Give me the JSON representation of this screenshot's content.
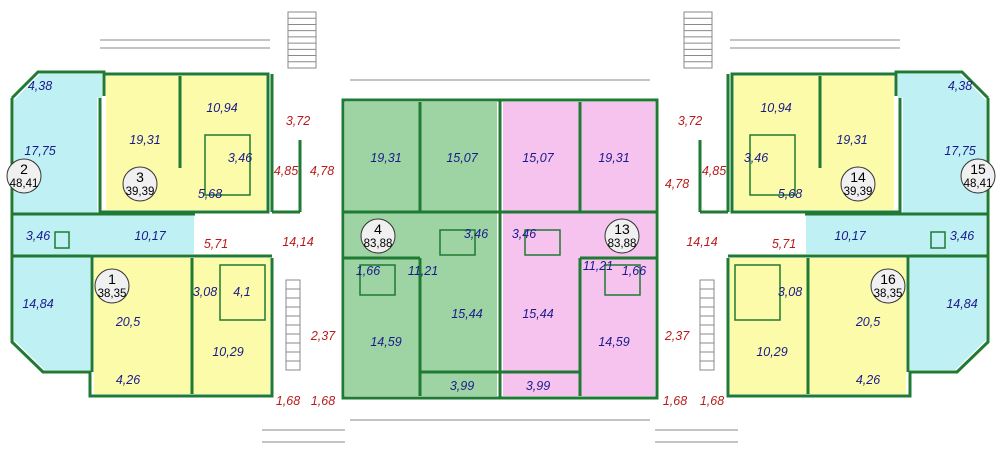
{
  "colors": {
    "cyan": "#bff0f4",
    "yellow": "#fbfbaa",
    "green": "#9ed4a3",
    "pink": "#f6c3ee",
    "wall": "#1f7a33",
    "room_label": "#1a1a8c",
    "corridor_label": "#b81b1b"
  },
  "apartments": [
    {
      "number": "1",
      "area": "38,35"
    },
    {
      "number": "2",
      "area": "48,41"
    },
    {
      "number": "3",
      "area": "39,39"
    },
    {
      "number": "4",
      "area": "83,88"
    },
    {
      "number": "13",
      "area": "83,88"
    },
    {
      "number": "14",
      "area": "39,39"
    },
    {
      "number": "15",
      "area": "48,41"
    },
    {
      "number": "16",
      "area": "38,35"
    }
  ],
  "room_labels": [
    "4,38",
    "17,75",
    "3,46",
    "14,84",
    "10,17",
    "19,31",
    "10,94",
    "3,46",
    "5,68",
    "20,5",
    "3,08",
    "4,1",
    "10,29",
    "4,26",
    "19,31",
    "15,07",
    "3,46",
    "1,66",
    "11,21",
    "15,44",
    "14,59",
    "3,99",
    "15,07",
    "19,31",
    "3,46",
    "11,21",
    "1,66",
    "15,44",
    "14,59",
    "3,99",
    "10,94",
    "19,31",
    "3,46",
    "5,68",
    "4,38",
    "17,75",
    "3,46",
    "14,84",
    "10,17",
    "3,08",
    "20,5",
    "10,29",
    "4,26"
  ],
  "corridor_labels": [
    "3,72",
    "4,85",
    "4,78",
    "5,71",
    "14,14",
    "2,37",
    "1,68",
    "1,68",
    "3,72",
    "4,78",
    "4,85",
    "14,14",
    "5,71",
    "2,37",
    "1,68",
    "1,68"
  ]
}
